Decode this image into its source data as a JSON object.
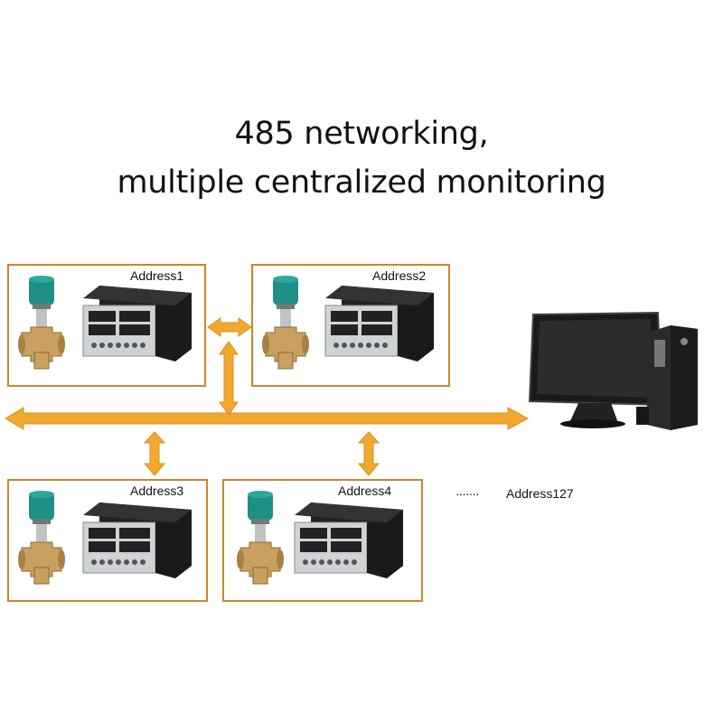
{
  "title": {
    "line1": "485 networking,",
    "line2": "multiple centralized monitoring"
  },
  "nodes": [
    {
      "label": "Address1"
    },
    {
      "label": "Address2"
    },
    {
      "label": "Address3"
    },
    {
      "label": "Address4"
    }
  ],
  "continuation": {
    "dots": "·······",
    "label": "Address127"
  },
  "colors": {
    "bus": "#f2a72e",
    "bus_stroke": "#d8901c",
    "frame": "#c9872a",
    "valve_actuator": "#1f8f86",
    "valve_body": "#c9a060"
  },
  "icons": [
    "electric-valve-icon",
    "controller-icon",
    "computer-icon"
  ]
}
